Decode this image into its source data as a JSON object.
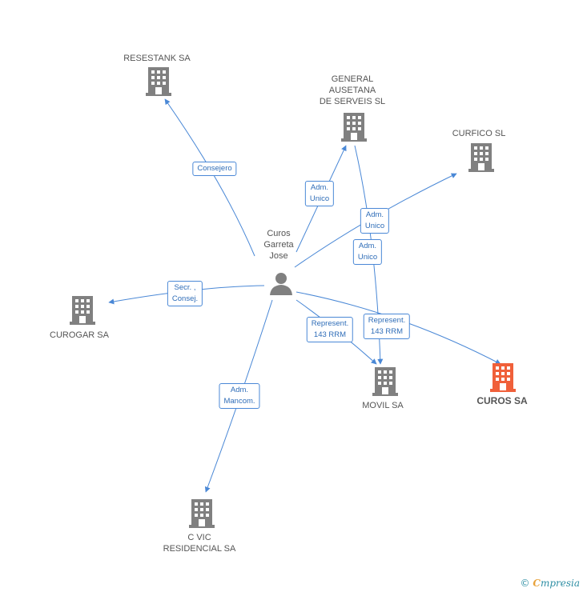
{
  "colors": {
    "edge": "#4a88d6",
    "node": "#808080",
    "highlight": "#f0603a"
  },
  "nodes": {
    "resestank": {
      "label": "RESESTANK SA"
    },
    "general": {
      "label": "GENERAL\nAUSETANA\nDE SERVEIS  SL"
    },
    "curfico": {
      "label": "CURFICO SL"
    },
    "curogar": {
      "label": "CUROGAR SA"
    },
    "movil": {
      "label": "MOVIL SA"
    },
    "curos": {
      "label": "CUROS SA"
    },
    "cvic": {
      "label": "C VIC\nRESIDENCIAL SA"
    },
    "person": {
      "label": "Curos\nGarreta\nJose"
    }
  },
  "edges": {
    "consejero": "Consejero",
    "adm_unico_1": "Adm.\nUnico",
    "adm_unico_2": "Adm.\nUnico",
    "adm_unico_3": "Adm.\nUnico",
    "secr": "Secr. ,\nConsej.",
    "represent_1": "Represent.\n143 RRM",
    "represent_2": "Represent.\n143 RRM",
    "adm_mancom": "Adm.\nMancom."
  },
  "footer": {
    "copyright": "©",
    "brand_e": "C",
    "brand_rest": "mpresia"
  }
}
